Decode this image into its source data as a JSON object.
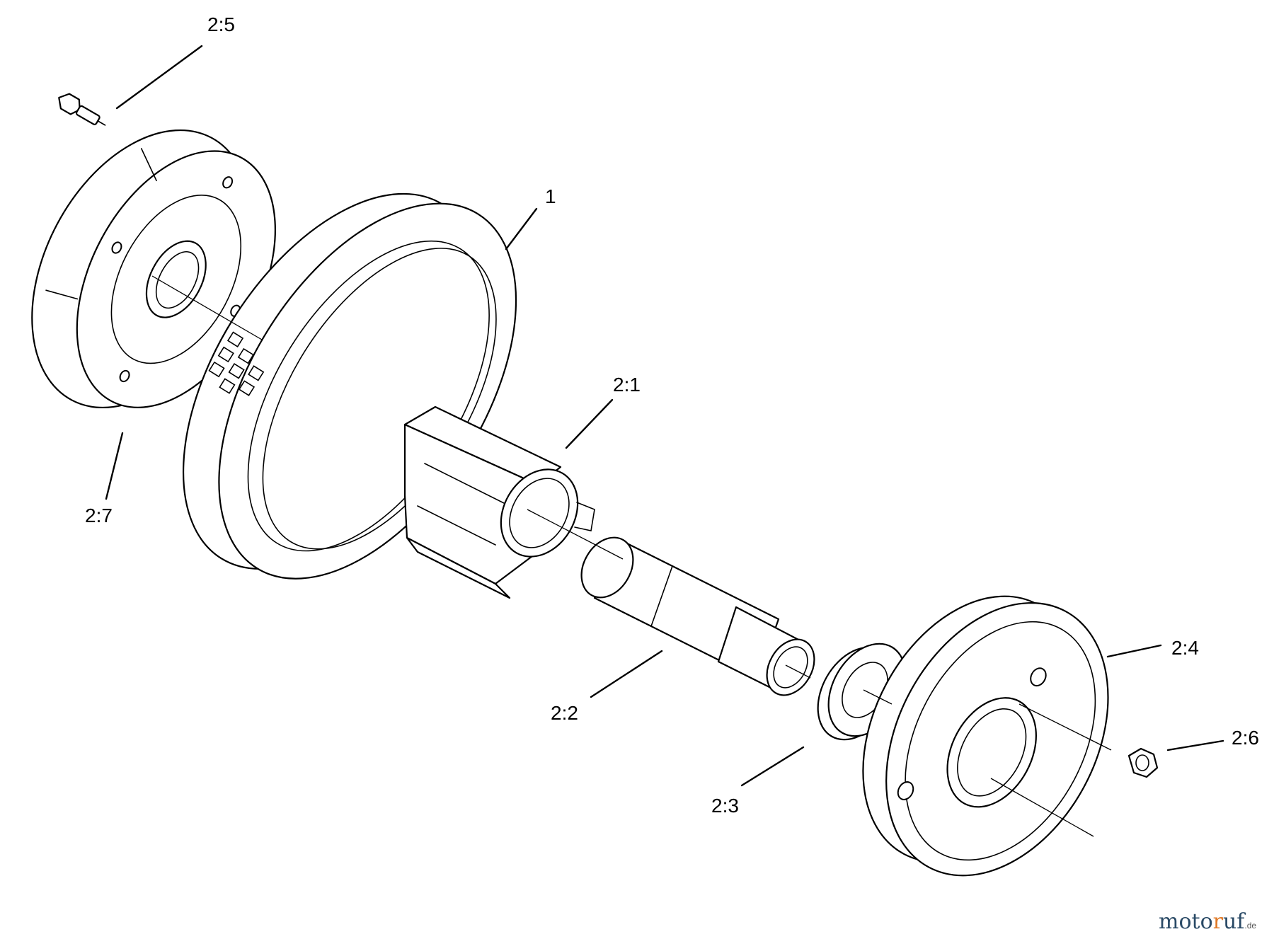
{
  "callouts": {
    "c25": "2:5",
    "c1": "1",
    "c21": "2:1",
    "c27": "2:7",
    "c22": "2:2",
    "c24": "2:4",
    "c26": "2:6",
    "c23": "2:3"
  },
  "watermark": {
    "part1": "moto",
    "part2": "r",
    "part3": "uf",
    "suffix": ".de"
  }
}
